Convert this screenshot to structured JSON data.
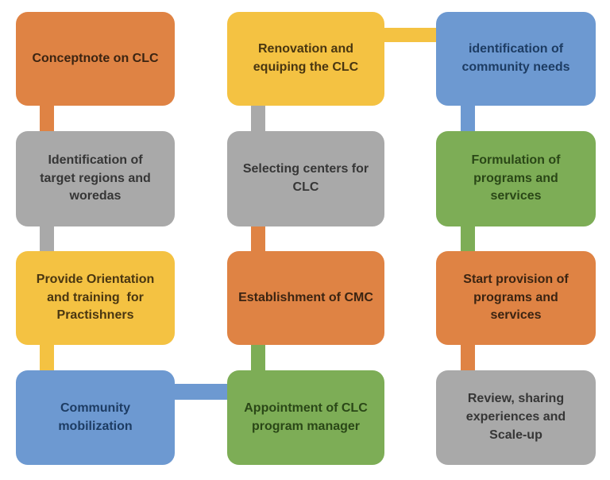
{
  "palette": {
    "orange": {
      "bg": "#DF8344",
      "text": "#3B2412"
    },
    "yellow": {
      "bg": "#F4C242",
      "text": "#493611"
    },
    "gray": {
      "bg": "#A9A9A9",
      "text": "#363636"
    },
    "blue": {
      "bg": "#6D99D1",
      "text": "#1D3C63"
    },
    "green": {
      "bg": "#7DAD56",
      "text": "#2A4717"
    }
  },
  "nodes": [
    {
      "id": "conceptnote-on-clc",
      "label": "Conceptnote on CLC",
      "color": "orange"
    },
    {
      "id": "identification-of-target-regions",
      "label": "Identification of\ntarget regions and\nworedas",
      "color": "gray"
    },
    {
      "id": "provide-orientation-and-training",
      "label": "Provide Orientation\nand training  for\nPractishners",
      "color": "yellow"
    },
    {
      "id": "community-mobilization",
      "label": "Community\nmobilization",
      "color": "blue"
    },
    {
      "id": "renovation-and-equiping-the-clc",
      "label": "Renovation and\nequiping the CLC",
      "color": "yellow"
    },
    {
      "id": "selecting-centers-for-clc",
      "label": "Selecting centers for\nCLC",
      "color": "gray"
    },
    {
      "id": "establishment-of-cmc",
      "label": "Establishment of CMC",
      "color": "orange"
    },
    {
      "id": "appointment-of-clc-program-manager",
      "label": "Appointment of CLC\nprogram manager",
      "color": "green"
    },
    {
      "id": "identification-of-community-needs",
      "label": "identification of\ncommunity needs",
      "color": "blue"
    },
    {
      "id": "formulation-of-programs-services",
      "label": "Formulation of\nprograms and\nservices",
      "color": "green"
    },
    {
      "id": "start-provision-of-programs",
      "label": "Start provision of\nprograms and\nservices",
      "color": "orange"
    },
    {
      "id": "review-sharing-experiences",
      "label": "Review, sharing\nexperiences and\nScale-up",
      "color": "gray"
    }
  ],
  "connectors": [
    {
      "from": "conceptnote-on-clc",
      "to": "identification-of-target-regions",
      "color": "orange"
    },
    {
      "from": "identification-of-target-regions",
      "to": "provide-orientation-and-training",
      "color": "gray"
    },
    {
      "from": "provide-orientation-and-training",
      "to": "community-mobilization",
      "color": "yellow"
    },
    {
      "from": "renovation-and-equiping-the-clc",
      "to": "selecting-centers-for-clc",
      "color": "gray"
    },
    {
      "from": "selecting-centers-for-clc",
      "to": "establishment-of-cmc",
      "color": "orange"
    },
    {
      "from": "establishment-of-cmc",
      "to": "appointment-of-clc-program-manager",
      "color": "green"
    },
    {
      "from": "identification-of-community-needs",
      "to": "formulation-of-programs-services",
      "color": "blue"
    },
    {
      "from": "formulation-of-programs-services",
      "to": "start-provision-of-programs",
      "color": "green"
    },
    {
      "from": "start-provision-of-programs",
      "to": "review-sharing-experiences",
      "color": "orange"
    },
    {
      "from": "renovation-and-equiping-the-clc",
      "to": "identification-of-community-needs",
      "color": "yellow"
    },
    {
      "from": "community-mobilization",
      "to": "appointment-of-clc-program-manager",
      "color": "blue"
    }
  ]
}
